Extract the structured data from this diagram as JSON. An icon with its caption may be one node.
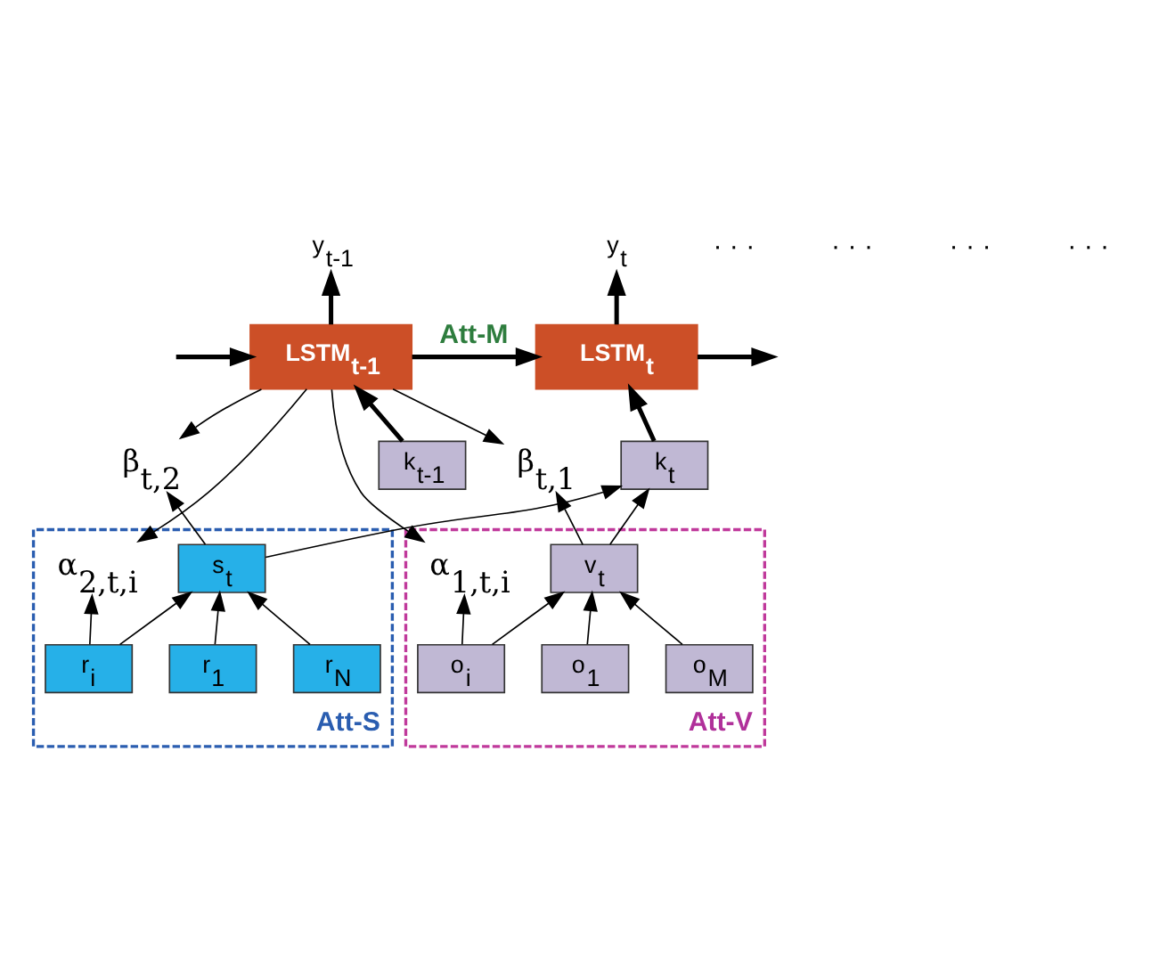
{
  "diagram": {
    "nodes": [
      {
        "text": [
          "y$_{t-1}$"
        ]
      },
      {
        "text": [
          "y$_{t}$"
        ]
      },
      {
        "text": [
          "LSTM$_{t-1}$"
        ]
      },
      {
        "text": [
          "LSTM$_{t}$"
        ]
      },
      {
        "text": [
          "k$_{t-1}$"
        ]
      },
      {
        "text": [
          "k$_{t}$"
        ]
      },
      {
        "text": [
          "β$_{t,1}$"
        ]
      },
      {
        "text": [
          "β$_{t,2}$"
        ]
      },
      {
        "text": [
          "Att-V"
        ]
      },
      {
        "text": [
          "α$_{1,t,i}$"
        ],
        "in": 8
      },
      {
        "text": [
          "v$_{t}$"
        ],
        "in": 8
      },
      {
        "text": [
          "o$_{1}$"
        ],
        "in": 8
      },
      {
        "text": [
          "o$_{i}$"
        ],
        "in": 8
      },
      {
        "text": [
          "o$_{M}$"
        ],
        "in": 8
      },
      {
        "text": [
          "Att-S"
        ]
      },
      {
        "text": [
          "α$_{2,t,i}$"
        ],
        "in": 14
      },
      {
        "text": [
          "s$_{t}$"
        ],
        "in": 14
      },
      {
        "text": [
          "r$_{1}$"
        ],
        "in": 14
      },
      {
        "text": [
          "r$_{i}$"
        ],
        "in": 14
      },
      {
        "text": [
          "r$_{N}$"
        ],
        "in": 14
      }
    ],
    "edges": [
      {
        "from": null,
        "to": 2,
        "arrow": "to",
        "style": "thick"
      },
      {
        "from": 2,
        "to": 3,
        "arrow": "to",
        "style": "thick",
        "label": "Att-M"
      },
      {
        "from": 3,
        "to": null,
        "arrow": "to",
        "style": "thick"
      },
      {
        "from": 2,
        "to": 0,
        "arrow": "to",
        "style": "thick"
      },
      {
        "from": 3,
        "to": 1,
        "arrow": "to",
        "style": "thick"
      },
      {
        "from": 4,
        "to": 2,
        "arrow": "to",
        "style": "thick"
      },
      {
        "from": 5,
        "to": 3,
        "arrow": "to",
        "style": "thick"
      },
      {
        "from": 2,
        "to": 6,
        "arrow": "to"
      },
      {
        "from": 2,
        "to": 9,
        "arrow": "to"
      },
      {
        "from": 2,
        "to": 15,
        "arrow": "to"
      },
      {
        "from": 2,
        "to": 7,
        "arrow": "to"
      },
      {
        "from": 10,
        "to": 6,
        "arrow": "to"
      },
      {
        "from": 10,
        "to": 5,
        "arrow": "to"
      },
      {
        "from": 16,
        "to": 5,
        "arrow": "to"
      },
      {
        "from": 16,
        "to": 7,
        "arrow": "to"
      },
      {
        "from": 11,
        "to": 10,
        "arrow": "to"
      },
      {
        "from": 12,
        "to": 10,
        "arrow": "to"
      },
      {
        "from": 13,
        "to": 10,
        "arrow": "to"
      },
      {
        "from": 12,
        "to": 9,
        "arrow": "to"
      },
      {
        "from": 17,
        "to": 16,
        "arrow": "to"
      },
      {
        "from": 18,
        "to": 16,
        "arrow": "to"
      },
      {
        "from": 19,
        "to": 16,
        "arrow": "to"
      },
      {
        "from": 18,
        "to": 15,
        "arrow": "to"
      }
    ],
    "labels": [
      "· · ·",
      "· · ·",
      "· · ·",
      "· · ·"
    ]
  }
}
